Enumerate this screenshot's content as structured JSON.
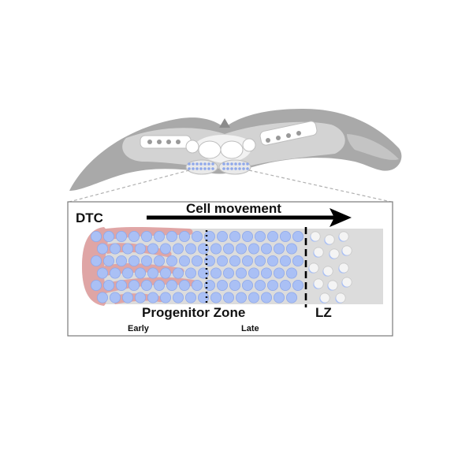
{
  "diagram": {
    "labels": {
      "dtc": "DTC",
      "cell_movement": "Cell movement",
      "progenitor_zone": "Progenitor Zone",
      "early": "Early",
      "late": "Late",
      "lz": "LZ"
    },
    "colors": {
      "worm_body": "#a9a9a9",
      "worm_inner": "#d3d3d3",
      "gonad_tissue": "#dcdcdc",
      "cell_nucleus": "#aac0f5",
      "cell_nucleus_outline": "#8fa8ea",
      "dtc": "#e0a3a3",
      "arrow": "#000000",
      "box_border": "#7a7a7a"
    }
  }
}
